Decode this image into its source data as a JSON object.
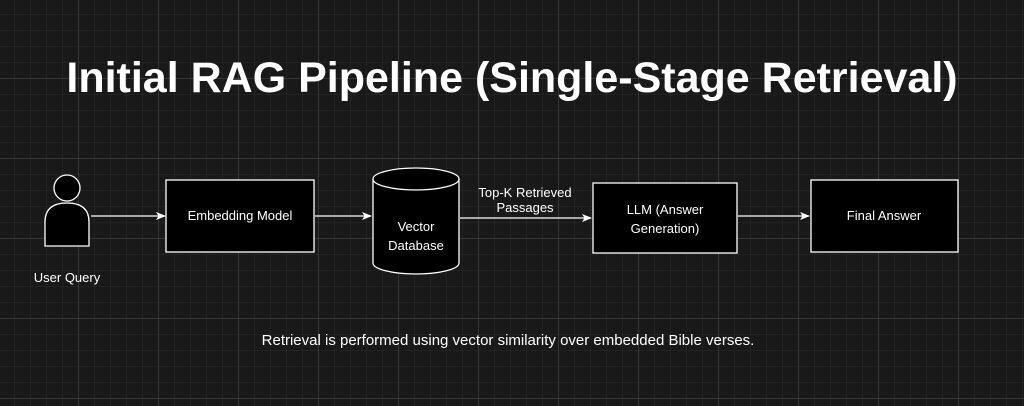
{
  "title": "Initial RAG Pipeline (Single-Stage Retrieval)",
  "nodes": {
    "user": {
      "label": "User Query",
      "icon": "user-icon"
    },
    "embedding": {
      "label": "Embedding Model"
    },
    "vector_db": {
      "line1": "Vector",
      "line2": "Database",
      "icon": "database-cylinder"
    },
    "llm": {
      "line1": "LLM (Answer",
      "line2": "Generation)"
    },
    "final": {
      "label": "Final Answer"
    }
  },
  "edges": {
    "db_to_llm": {
      "line1": "Top-K Retrieved",
      "line2": "Passages"
    }
  },
  "caption": "Retrieval is performed using vector similarity over embedded Bible verses.",
  "colors": {
    "background": "#191919",
    "box_fill": "#000000",
    "stroke": "#ffffff",
    "text": "#ffffff"
  }
}
